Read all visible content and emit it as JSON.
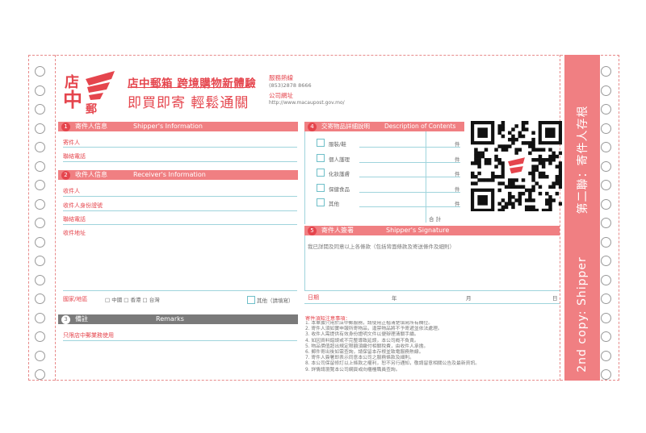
{
  "brand": {
    "logo_text": "店中郵",
    "headline1": "店中郵箱 跨境購物新體驗",
    "headline2": "即買即寄 輕鬆通關",
    "service_label": "服務熱線",
    "service_phone": "(853)2878 8666",
    "website_label": "公司網址",
    "website_url": "http://www.macaupost.gov.mo/"
  },
  "sections": {
    "shipper": {
      "num": "1",
      "zh": "寄件人信息",
      "en": "Shipper's Information"
    },
    "receiver": {
      "num": "2",
      "zh": "收件人信息",
      "en": "Receiver's Information"
    },
    "remarks": {
      "num": "3",
      "zh": "備註",
      "en": "Remarks"
    },
    "contents": {
      "num": "4",
      "zh": "交寄物品詳細說明",
      "en": "Description of Contents"
    },
    "signature": {
      "num": "5",
      "zh": "寄件人簽署",
      "en": "Shipper's Signature"
    }
  },
  "shipper_fields": {
    "name": "寄件人",
    "phone": "聯絡電話"
  },
  "receiver_fields": {
    "name": "收件人",
    "id": "收件人身份證號",
    "phone": "聯絡電話",
    "address": "收件地址"
  },
  "receiver_bottom": {
    "left": "國家/地區",
    "middle": "□ 中國 □ 香港 □ 台灣",
    "right": "其他（請填寫）"
  },
  "remarks_text": "只限店中郵業務使用",
  "contents": {
    "items": [
      "服裝/鞋",
      "個人護理",
      "化妝護膚",
      "保健食品",
      "其他"
    ],
    "unit": "件",
    "total_label": "合 計"
  },
  "signature": {
    "declaration": "我已詳閱及同意以上各條款（包括背面條款及寄送條件及細則）",
    "date_label": "日期",
    "year": "年",
    "month": "月",
    "day": "日"
  },
  "notes_title": "寄件須知注意事項：",
  "notes": [
    "1. 本單據只用於店中郵服務，請使用正楷清楚填寫所有欄位。",
    "2. 寄件人須如實申報所寄物品，違禁物品將不予寄遞並依法處理。",
    "3. 收件人需提供有效身份證明文件以便辦理清關手續。",
    "4. 如因資料錯誤或不完整導致延誤，本公司概不負責。",
    "5. 物品價值超出規定限額須繳付相關稅費，由收件人承擔。",
    "6. 郵件寄出後如需查詢，請保留本存根並致電服務熱線。",
    "7. 寄件人簽署即表示同意本公司之服務條款及細則。",
    "8. 本公司保留修訂以上條款之權利，恕不另行通知，敬請留意相關公告及最新資訊。",
    "9. 詳情請瀏覽本公司網頁或向櫃檯職員查詢。"
  ],
  "side_strip": {
    "zh": "第二聯：寄件人存根",
    "en": "2nd copy: Shipper"
  },
  "colors": {
    "accent": "#f07f82",
    "brand": "#e5454d",
    "line": "#9fd4dc",
    "gray_bar": "#7a7a7a"
  }
}
